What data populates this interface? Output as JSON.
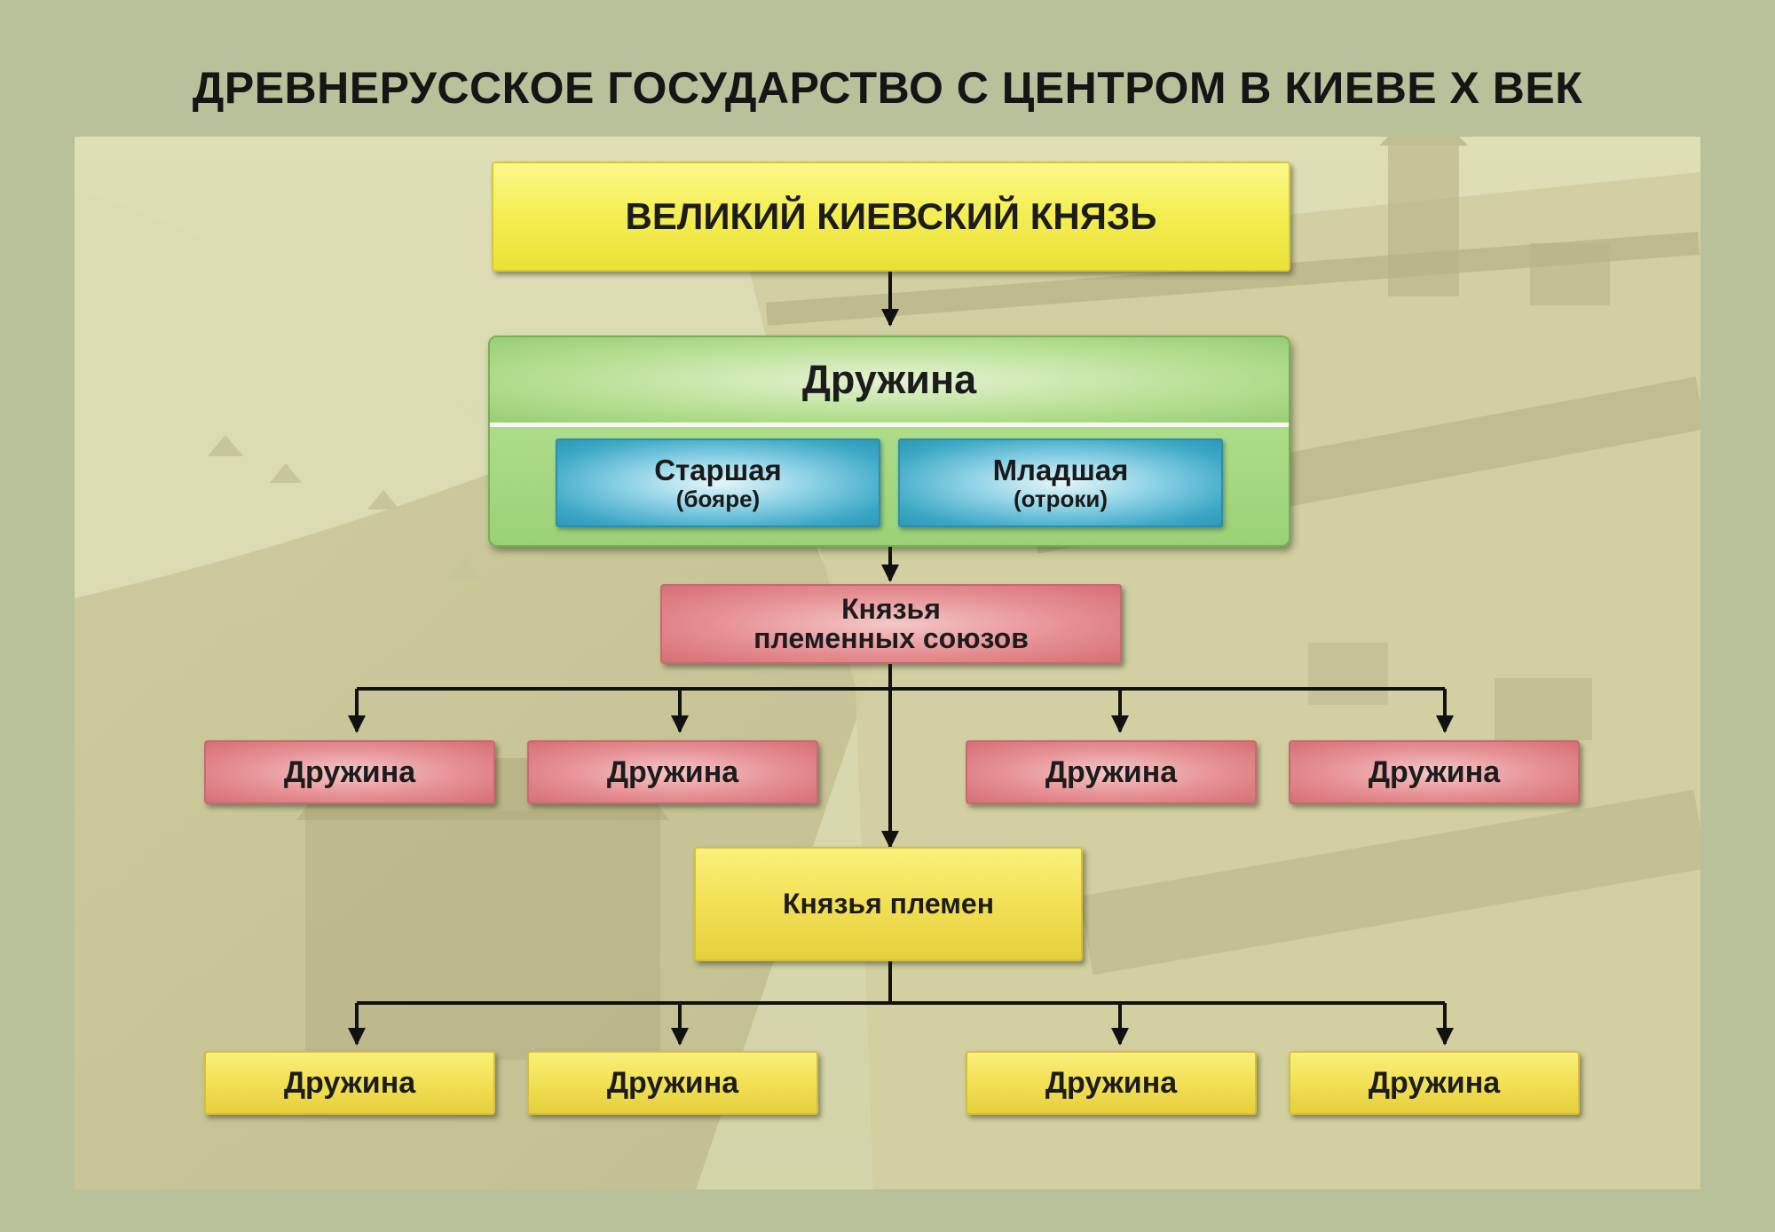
{
  "title": "ДРЕВНЕРУССКОЕ ГОСУДАРСТВО С ЦЕНТРОМ В КИЕВЕ X ВЕК",
  "diagram": {
    "grand_prince": "ВЕЛИКИЙ КИЕВСКИЙ КНЯЗЬ",
    "druzhina": {
      "label": "Дружина",
      "senior": {
        "label": "Старшая",
        "note": "(бояре)"
      },
      "junior": {
        "label": "Младшая",
        "note": "(отроки)"
      }
    },
    "union_princes": {
      "line1": "Князья",
      "line2": "племенных союзов"
    },
    "union_druzhinas": [
      "Дружина",
      "Дружина",
      "Дружина",
      "Дружина"
    ],
    "tribe_princes": "Князья племен",
    "tribe_druzhinas": [
      "Дружина",
      "Дружина",
      "Дружина",
      "Дружина"
    ]
  },
  "colors": {
    "page_background": "#b9c19a",
    "grand_prince_box": "#f5ef55",
    "druzhina_panel": "#a6d884",
    "druzhina_sub_boxes": "#3ca8c6",
    "union_boxes": "#e69094",
    "tribe_boxes": "#f2e055",
    "connector": "#111111"
  }
}
